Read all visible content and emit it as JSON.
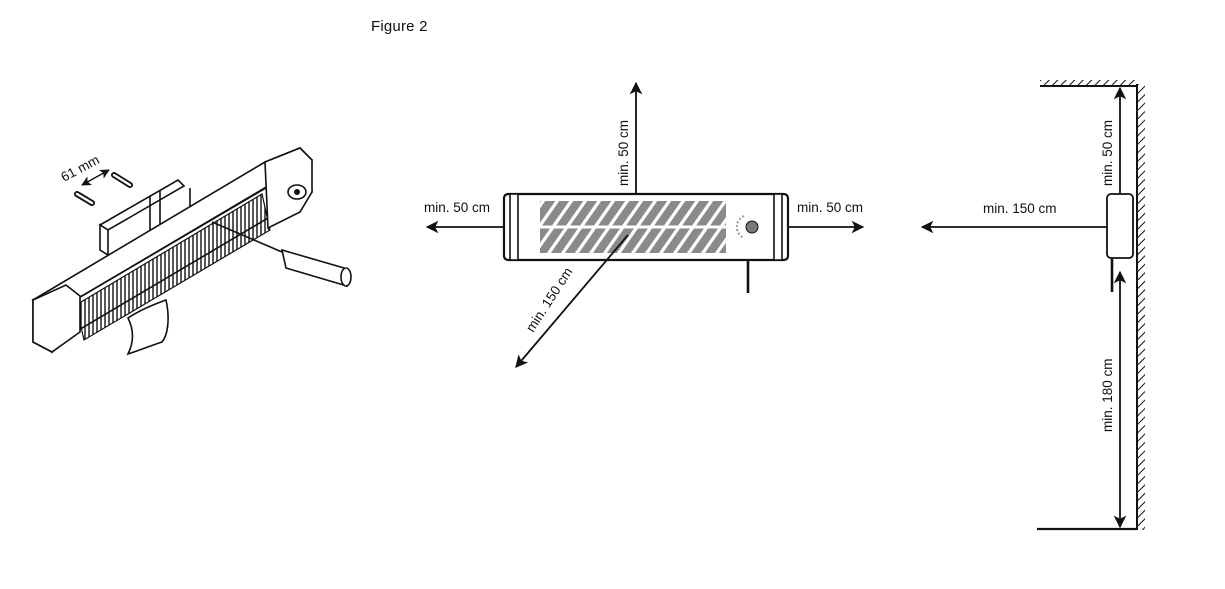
{
  "figure": {
    "title": "Figure 2"
  },
  "mounting": {
    "spacing_label": "61 mm"
  },
  "front_view": {
    "top_label": "min. 50 cm",
    "left_label": "min. 50 cm",
    "right_label": "min. 50 cm",
    "diagonal_label": "min. 150 cm"
  },
  "side_view": {
    "ceiling_label": "min. 50 cm",
    "front_label": "min. 150 cm",
    "floor_label": "min. 180 cm"
  },
  "colors": {
    "line": "#111111",
    "heater_grille": "#888888",
    "background": "#ffffff"
  }
}
